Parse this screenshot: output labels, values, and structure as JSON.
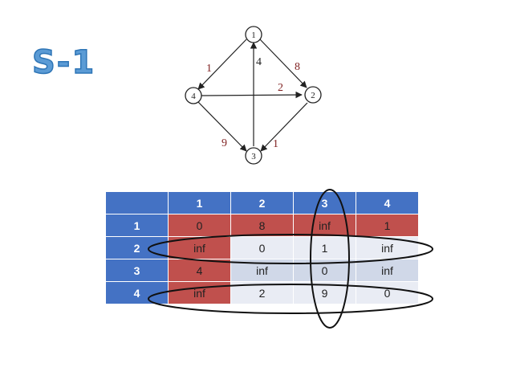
{
  "title": "S-1",
  "graph": {
    "nodes": [
      {
        "id": "1",
        "label": "1"
      },
      {
        "id": "2",
        "label": "2"
      },
      {
        "id": "3",
        "label": "3"
      },
      {
        "id": "4",
        "label": "4"
      }
    ],
    "edges": [
      {
        "from": "1",
        "to": "4",
        "weight": "1"
      },
      {
        "from": "1",
        "to": "2",
        "weight": "8"
      },
      {
        "from": "3",
        "to": "1",
        "weight": "4"
      },
      {
        "from": "4",
        "to": "2",
        "weight": "2"
      },
      {
        "from": "4",
        "to": "3",
        "weight": "9"
      },
      {
        "from": "2",
        "to": "3",
        "weight": "1"
      }
    ]
  },
  "matrix": {
    "corner": "",
    "col_headers": [
      "1",
      "2",
      "3",
      "4"
    ],
    "rows": [
      {
        "header": "1",
        "cells": [
          "0",
          "8",
          "inf",
          "1"
        ]
      },
      {
        "header": "2",
        "cells": [
          "inf",
          "0",
          "1",
          "inf"
        ]
      },
      {
        "header": "3",
        "cells": [
          "4",
          "inf",
          "0",
          "inf"
        ]
      },
      {
        "header": "4",
        "cells": [
          "inf",
          "2",
          "9",
          "0"
        ]
      }
    ]
  },
  "colors": {
    "title": "#5b9bd5",
    "header": "#4472c4",
    "highlight": "#c0504d",
    "cell_light": "#e9ecf4",
    "cell_mid": "#d0d8e8",
    "edge_weight": "#7f1f1f"
  }
}
